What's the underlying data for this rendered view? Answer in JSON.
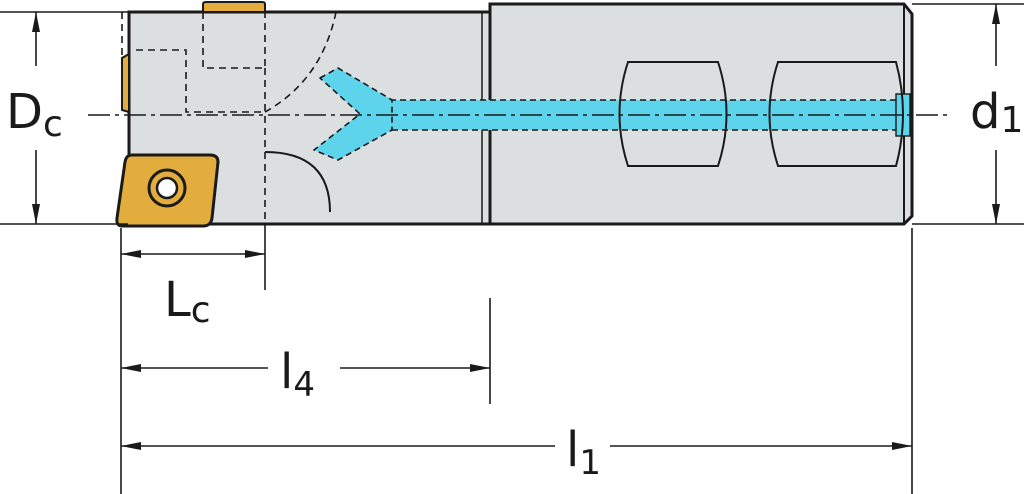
{
  "labels": {
    "cut_diameter_main": "D",
    "cut_diameter_sub": "c",
    "shank_diameter_main": "d",
    "shank_diameter_sub": "1",
    "cut_length_main": "L",
    "cut_length_sub": "c",
    "length4_main": "l",
    "length4_sub": "4",
    "total_length_main": "l",
    "total_length_sub": "1"
  },
  "colors": {
    "body": "#dcdfe0",
    "outline": "#1a1a1a",
    "coolant": "#5ed3ec",
    "insert": "#e3ad3e"
  }
}
